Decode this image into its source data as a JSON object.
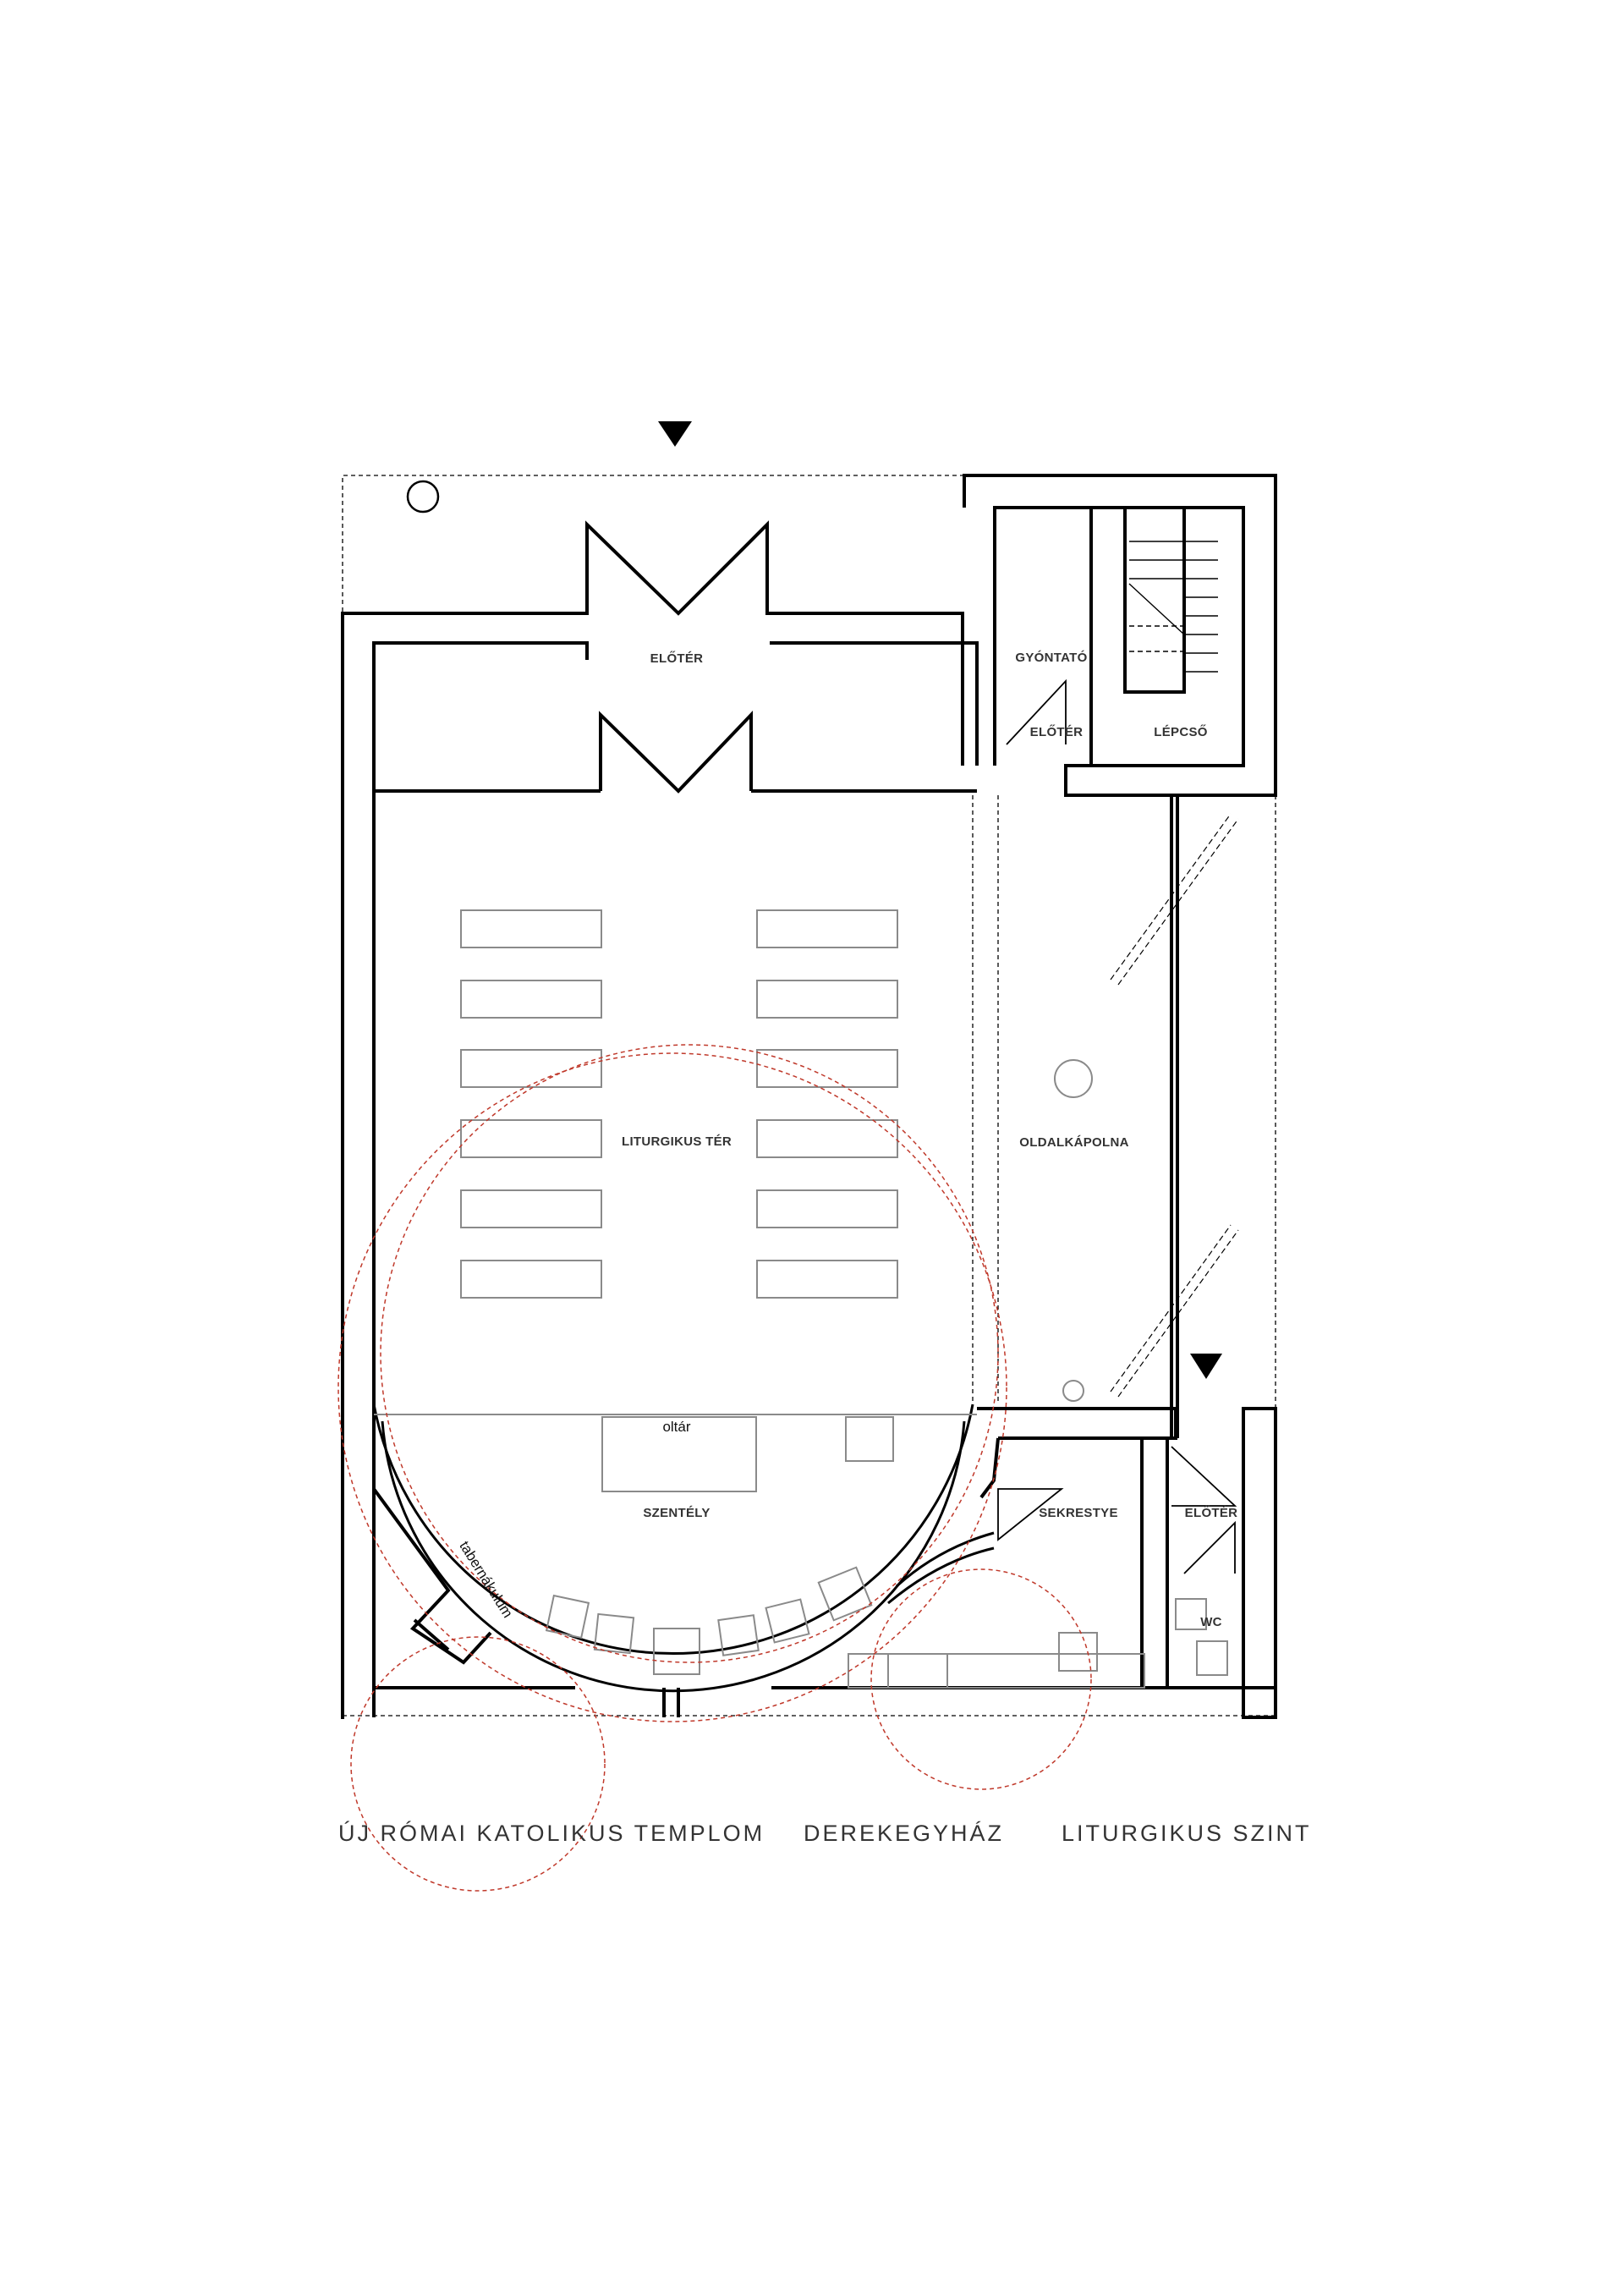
{
  "rooms": {
    "foyer_main": "ELŐTÉR",
    "confessional": "GYÓNTATÓ",
    "foyer_small": "ELŐTÉR",
    "stairs": "LÉPCSŐ",
    "liturgical_space": "LITURGIKUS TÉR",
    "side_chapel": "OLDALKÁPOLNA",
    "altar": "oltár",
    "sanctuary": "SZENTÉLY",
    "sacristy": "SEKRESTYE",
    "foyer_wc": "ELŐTÉR",
    "wc": "WC",
    "tabernacle": "tabernákulum"
  },
  "caption": {
    "church": "ÚJ RÓMAI KATOLIKUS TEMPLOM",
    "town": "DEREKEGYHÁZ",
    "level": "LITURGIKUS SZINT"
  },
  "colors": {
    "wall": "#000000",
    "furniture": "#8a8a8a",
    "overlay_circles": "#c0392b"
  },
  "symbols": {
    "entrance": "triangle-down-icon",
    "column": "circle-icon"
  }
}
